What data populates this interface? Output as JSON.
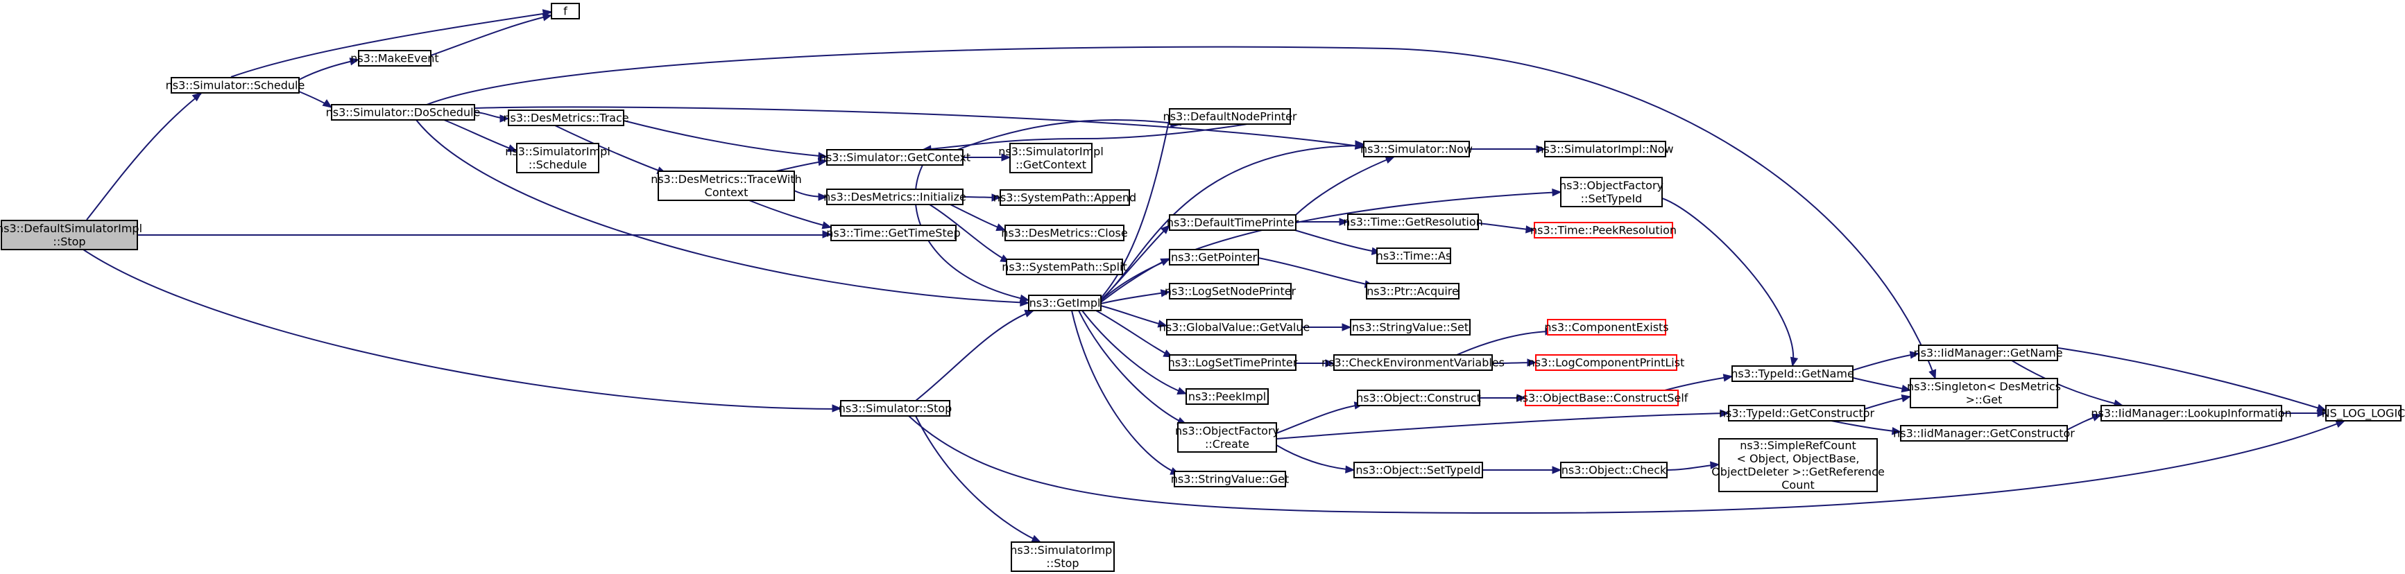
{
  "colors": {
    "edge": "#191970",
    "root_fill": "#bfbfbf",
    "truncated_border": "#ff0000",
    "border": "#000000",
    "background": "#ffffff"
  },
  "nodes": [
    {
      "id": "root",
      "lines": [
        "ns3::DefaultSimulatorImpl",
        "::Stop"
      ],
      "kind": "root"
    },
    {
      "id": "sched",
      "lines": [
        "ns3::Simulator::Schedule"
      ]
    },
    {
      "id": "f",
      "lines": [
        "f"
      ]
    },
    {
      "id": "makeevent",
      "lines": [
        "ns3::MakeEvent"
      ]
    },
    {
      "id": "dosched",
      "lines": [
        "ns3::Simulator::DoSchedule"
      ]
    },
    {
      "id": "destrace",
      "lines": [
        "ns3::DesMetrics::Trace"
      ]
    },
    {
      "id": "simimplsched",
      "lines": [
        "ns3::SimulatorImpl",
        "::Schedule"
      ]
    },
    {
      "id": "tracewith",
      "lines": [
        "ns3::DesMetrics::TraceWith",
        "Context"
      ]
    },
    {
      "id": "getcontext",
      "lines": [
        "ns3::Simulator::GetContext"
      ]
    },
    {
      "id": "simimplgetctx",
      "lines": [
        "ns3::SimulatorImpl",
        "::GetContext"
      ]
    },
    {
      "id": "desinit",
      "lines": [
        "ns3::DesMetrics::Initialize"
      ]
    },
    {
      "id": "append",
      "lines": [
        "ns3::SystemPath::Append"
      ]
    },
    {
      "id": "desclose",
      "lines": [
        "ns3::DesMetrics::Close"
      ]
    },
    {
      "id": "split",
      "lines": [
        "ns3::SystemPath::Split"
      ]
    },
    {
      "id": "timestep",
      "lines": [
        "ns3::Time::GetTimeStep"
      ]
    },
    {
      "id": "defnodeprinter",
      "lines": [
        "ns3::DefaultNodePrinter"
      ]
    },
    {
      "id": "simnow",
      "lines": [
        "ns3::Simulator::Now"
      ]
    },
    {
      "id": "simimplnow",
      "lines": [
        "ns3::SimulatorImpl::Now"
      ]
    },
    {
      "id": "ofsettypeid",
      "lines": [
        "ns3::ObjectFactory",
        "::SetTypeId"
      ]
    },
    {
      "id": "deftimeprinter",
      "lines": [
        "ns3::DefaultTimePrinter"
      ]
    },
    {
      "id": "getres",
      "lines": [
        "ns3::Time::GetResolution"
      ]
    },
    {
      "id": "peekres",
      "lines": [
        "ns3::Time::PeekResolution"
      ],
      "kind": "trunc"
    },
    {
      "id": "timeas",
      "lines": [
        "ns3::Time::As"
      ]
    },
    {
      "id": "getpointer",
      "lines": [
        "ns3::GetPointer"
      ]
    },
    {
      "id": "ptracquire",
      "lines": [
        "ns3::Ptr::Acquire"
      ]
    },
    {
      "id": "getimpl",
      "lines": [
        "ns3::GetImpl"
      ]
    },
    {
      "id": "lognodeprinter",
      "lines": [
        "ns3::LogSetNodePrinter"
      ]
    },
    {
      "id": "gvgetvalue",
      "lines": [
        "ns3::GlobalValue::GetValue"
      ]
    },
    {
      "id": "svset",
      "lines": [
        "ns3::StringValue::Set"
      ]
    },
    {
      "id": "logtimeprinter",
      "lines": [
        "ns3::LogSetTimePrinter"
      ]
    },
    {
      "id": "checkenv",
      "lines": [
        "ns3::CheckEnvironmentVariables"
      ]
    },
    {
      "id": "compexists",
      "lines": [
        "ns3::ComponentExists"
      ],
      "kind": "trunc"
    },
    {
      "id": "logcomplist",
      "lines": [
        "ns3::LogComponentPrintList"
      ],
      "kind": "trunc"
    },
    {
      "id": "peekimpl",
      "lines": [
        "ns3::PeekImpl"
      ]
    },
    {
      "id": "objconstruct",
      "lines": [
        "ns3::Object::Construct"
      ]
    },
    {
      "id": "constructself",
      "lines": [
        "ns3::ObjectBase::ConstructSelf"
      ],
      "kind": "trunc"
    },
    {
      "id": "typeidgetname",
      "lines": [
        "ns3::TypeId::GetName"
      ]
    },
    {
      "id": "iidgetname",
      "lines": [
        "ns3::IidManager::GetName"
      ]
    },
    {
      "id": "singleton",
      "lines": [
        "ns3::Singleton< DesMetrics",
        " >::Get"
      ]
    },
    {
      "id": "ofcreate",
      "lines": [
        "ns3::ObjectFactory",
        "::Create"
      ]
    },
    {
      "id": "typeidgetctor",
      "lines": [
        "ns3::TypeId::GetConstructor"
      ]
    },
    {
      "id": "iidgetctor",
      "lines": [
        "ns3::IidManager::GetConstructor"
      ]
    },
    {
      "id": "lookupinfo",
      "lines": [
        "ns3::IidManager::LookupInformation"
      ]
    },
    {
      "id": "nslog",
      "lines": [
        "NS_LOG_LOGIC"
      ]
    },
    {
      "id": "simstop",
      "lines": [
        "ns3::Simulator::Stop"
      ]
    },
    {
      "id": "objsettypeid",
      "lines": [
        "ns3::Object::SetTypeId"
      ]
    },
    {
      "id": "objcheck",
      "lines": [
        "ns3::Object::Check"
      ]
    },
    {
      "id": "simplerefcount",
      "lines": [
        "ns3::SimpleRefCount",
        "< Object, ObjectBase,",
        " ObjectDeleter >::GetReference",
        "Count"
      ]
    },
    {
      "id": "svget",
      "lines": [
        "ns3::StringValue::Get"
      ]
    },
    {
      "id": "simimplstop",
      "lines": [
        "ns3::SimulatorImpl",
        "::Stop"
      ]
    }
  ]
}
